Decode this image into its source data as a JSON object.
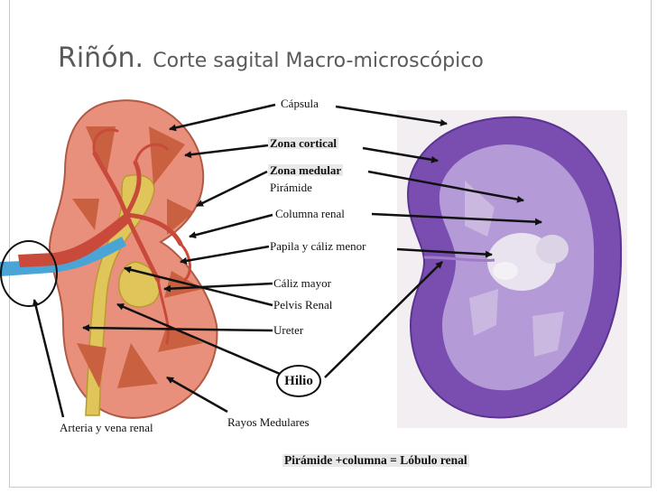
{
  "title": {
    "main": "Riñón.",
    "sub": "Corte sagital  Macro-microscópico"
  },
  "labels": {
    "capsula": "Cápsula",
    "zona_cortical": "Zona cortical",
    "zona_medular": "Zona medular",
    "piramide": "Pirámide",
    "columna_renal": "Columna renal",
    "papila": "Papila y cáliz menor",
    "caliz_mayor": "Cáliz mayor",
    "pelvis_renal": "Pelvis Renal",
    "ureter": "Ureter",
    "hilio": "Hilio",
    "rayos_medulares": "Rayos Medulares",
    "arteria_vena": "Arteria y vena renal",
    "formula": "Pirámide +columna = Lóbulo renal"
  },
  "colors": {
    "cortex": "#e8907c",
    "medulla": "#c9603f",
    "pelvis": "#e0c65a",
    "artery": "#c94a3a",
    "vein": "#4aa5d6",
    "histo_cortex": "#7a4eb0",
    "histo_medulla": "#b49ad6",
    "histo_background": "#f2eef2"
  }
}
